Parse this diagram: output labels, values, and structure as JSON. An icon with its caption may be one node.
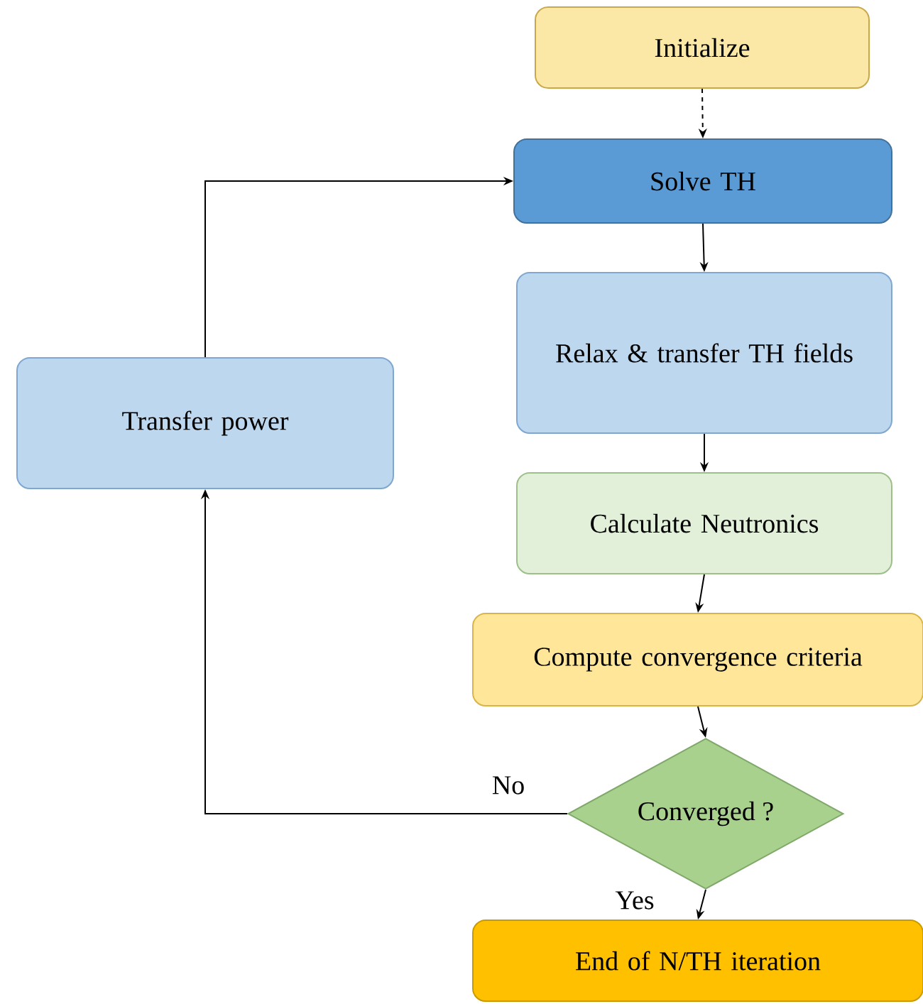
{
  "diagram": {
    "nodes": [
      {
        "text": [
          "Initialize"
        ]
      },
      {
        "text": [
          "Solve TH"
        ]
      },
      {
        "text": [
          "Relax & transfer TH fields"
        ]
      },
      {
        "text": [
          "Calculate Neutronics"
        ]
      },
      {
        "text": [
          "Compute convergence criteria"
        ]
      },
      {
        "text": [
          "Converged ?"
        ]
      },
      {
        "text": [
          "End of N/TH iteration"
        ]
      },
      {
        "text": [
          "Transfer power"
        ]
      }
    ],
    "edges": [
      {
        "from": 0,
        "to": 1,
        "arrow": "to",
        "style": "dashed"
      },
      {
        "from": 1,
        "to": 2,
        "arrow": "to"
      },
      {
        "from": 2,
        "to": 3,
        "arrow": "to"
      },
      {
        "from": 3,
        "to": 4,
        "arrow": "to"
      },
      {
        "from": 4,
        "to": 5,
        "arrow": "to"
      },
      {
        "from": 5,
        "to": 6,
        "arrow": "to",
        "label": "Yes"
      },
      {
        "from": 5,
        "to": 7,
        "arrow": "to",
        "label": "No"
      },
      {
        "from": 7,
        "to": 1,
        "arrow": "to"
      }
    ]
  }
}
